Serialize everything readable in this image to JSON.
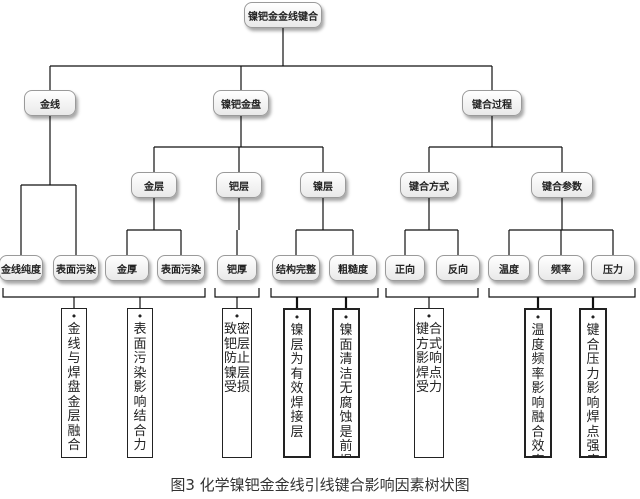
{
  "tree": {
    "root": "镍钯金金线键合",
    "level1": [
      "金线",
      "镍钯金盘",
      "键合过程"
    ],
    "level2": [
      "金层",
      "钯层",
      "镍层",
      "键合方式",
      "键合参数"
    ],
    "leaves": [
      "金线纯度",
      "表面污染",
      "金厚",
      "表面污染",
      "钯厚",
      "结构完整",
      "粗糙度",
      "正向",
      "反向",
      "温度",
      "频率",
      "压力"
    ]
  },
  "effects": [
    "金线与焊盘金层融合",
    "表面污染影响结合力",
    "致密钯层防止镍层受损",
    "镍层为有效焊接层",
    "镍面清洁无腐蚀是前提",
    "键合方式影响焊点受力",
    "温度频率影响融合效率",
    "键合压力影响焊点强度"
  ],
  "caption": "图3  化学镍钯金金线引线键合影响因素树状图"
}
